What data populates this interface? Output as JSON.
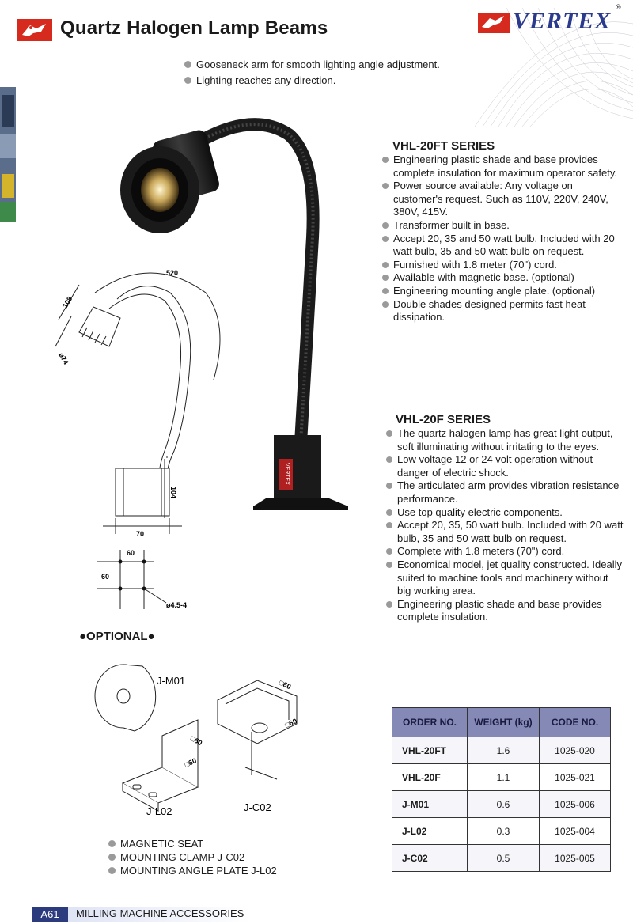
{
  "header": {
    "title": "Quartz Halogen Lamp Beams",
    "brand": "VERTEX",
    "brand_reg": "®"
  },
  "intro_bullets": [
    "Gooseneck arm for smooth lighting angle adjustment.",
    "Lighting reaches any direction."
  ],
  "series_ft": {
    "title": "VHL-20FT SERIES",
    "features": [
      "Engineering plastic shade and base provides complete insulation for maximum operator safety.",
      "Power source available: Any voltage on customer's request. Such as 110V, 220V, 240V, 380V, 415V.",
      "Transformer built in base.",
      "Accept 20, 35 and 50 watt bulb. Included with 20 watt bulb, 35 and 50 watt bulb on request.",
      "Furnished with 1.8 meter (70\") cord.",
      "Available with magnetic base. (optional)",
      "Engineering mounting angle plate. (optional)",
      "Double shades designed permits fast heat dissipation."
    ]
  },
  "series_f": {
    "title": "VHL-20F SERIES",
    "features": [
      "The quartz halogen lamp has great light output, soft illuminating without irritating to the eyes.",
      "Low voltage 12 or 24 volt operation without danger of electric shock.",
      "The articulated arm provides vibration resistance performance.",
      "Use top quality electric components.",
      "Accept 20, 35, 50 watt bulb. Included with 20 watt bulb, 35 and 50 watt bulb on request.",
      "Complete with 1.8 meters (70\") cord.",
      "Economical model, jet quality constructed. Ideally suited to machine tools and machinery without big working area.",
      "Engineering plastic shade and base provides complete insulation."
    ]
  },
  "lamp_base_label": "VERTEX",
  "dimensions": {
    "arm_length": "520",
    "head_height": "108",
    "head_dia": "ø74",
    "base_height": "104",
    "base_width": "70",
    "hole_spacing_x": "60",
    "hole_spacing_y": "60",
    "hole_dia": "ø4.5-4"
  },
  "optional": {
    "heading": "●OPTIONAL●",
    "labels": {
      "magnetic": "J-M01",
      "angle_plate": "J-L02",
      "clamp": "J-C02",
      "sq60": "□60"
    },
    "list": [
      "MAGNETIC SEAT",
      "MOUNTING CLAMP J-C02",
      "MOUNTING ANGLE PLATE J-L02"
    ]
  },
  "table": {
    "headers": [
      "ORDER NO.",
      "WEIGHT (kg)",
      "CODE NO."
    ],
    "rows": [
      [
        "VHL-20FT",
        "1.6",
        "1025-020"
      ],
      [
        "VHL-20F",
        "1.1",
        "1025-021"
      ],
      [
        "J-M01",
        "0.6",
        "1025-006"
      ],
      [
        "J-L02",
        "0.3",
        "1025-004"
      ],
      [
        "J-C02",
        "0.5",
        "1025-005"
      ]
    ]
  },
  "footer": {
    "page": "A61",
    "section": "MILLING MACHINE ACCESSORIES"
  },
  "colors": {
    "brand_blue": "#2a3a8c",
    "logo_red": "#d62a1e",
    "table_header": "#8589b6"
  }
}
